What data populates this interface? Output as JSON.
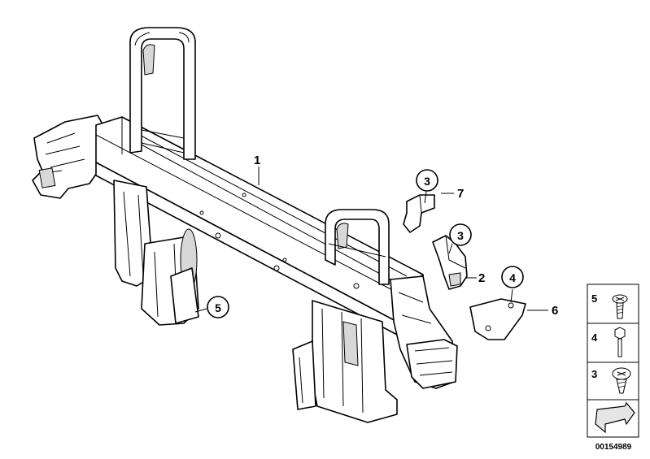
{
  "diagram": {
    "part_labels": [
      {
        "id": "1",
        "text": "1"
      },
      {
        "id": "2",
        "text": "2"
      },
      {
        "id": "6",
        "text": "6"
      },
      {
        "id": "7",
        "text": "7"
      }
    ],
    "circled_labels": [
      {
        "id": "c3a",
        "text": "3"
      },
      {
        "id": "c3b",
        "text": "3"
      },
      {
        "id": "c4",
        "text": "4"
      },
      {
        "id": "c5",
        "text": "5"
      }
    ],
    "legend": {
      "items": [
        {
          "num": "5",
          "icon": "torx-screw-large-icon"
        },
        {
          "num": "4",
          "icon": "hex-bolt-icon"
        },
        {
          "num": "3",
          "icon": "torx-screw-small-icon"
        }
      ],
      "corner_icon": "direction-arrow-icon"
    },
    "document_id": "00154989"
  }
}
